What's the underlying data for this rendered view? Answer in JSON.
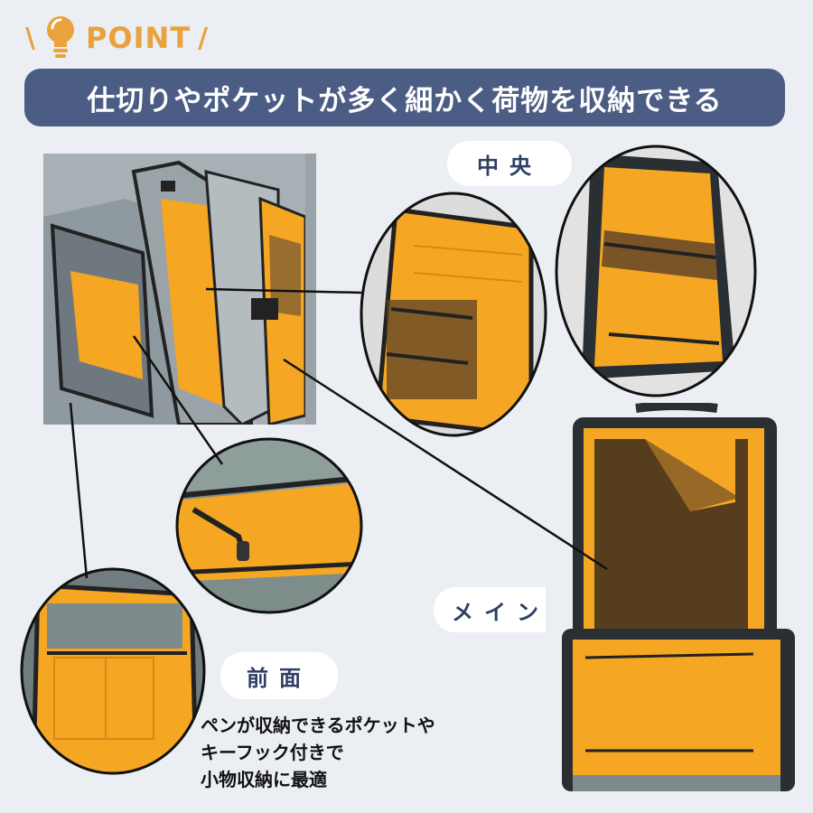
{
  "header": {
    "point_label": "POINT",
    "slash_left": "\\",
    "slash_right": "/",
    "accent_color": "#e9a23c"
  },
  "banner": {
    "title": "仕切りやポケットが多く細かく荷物を収納できる",
    "color": "#4b5d84"
  },
  "labels": {
    "center": "中央",
    "main": "メイン",
    "front": "前面"
  },
  "description": {
    "lines": [
      "ペンが収納できるポケットや",
      "キーフック付きで",
      "小物収納に最適"
    ]
  },
  "colors": {
    "orange_lining": "#f5a623",
    "bag_gray": "#8f9aa0",
    "background": "#ebeef3"
  }
}
